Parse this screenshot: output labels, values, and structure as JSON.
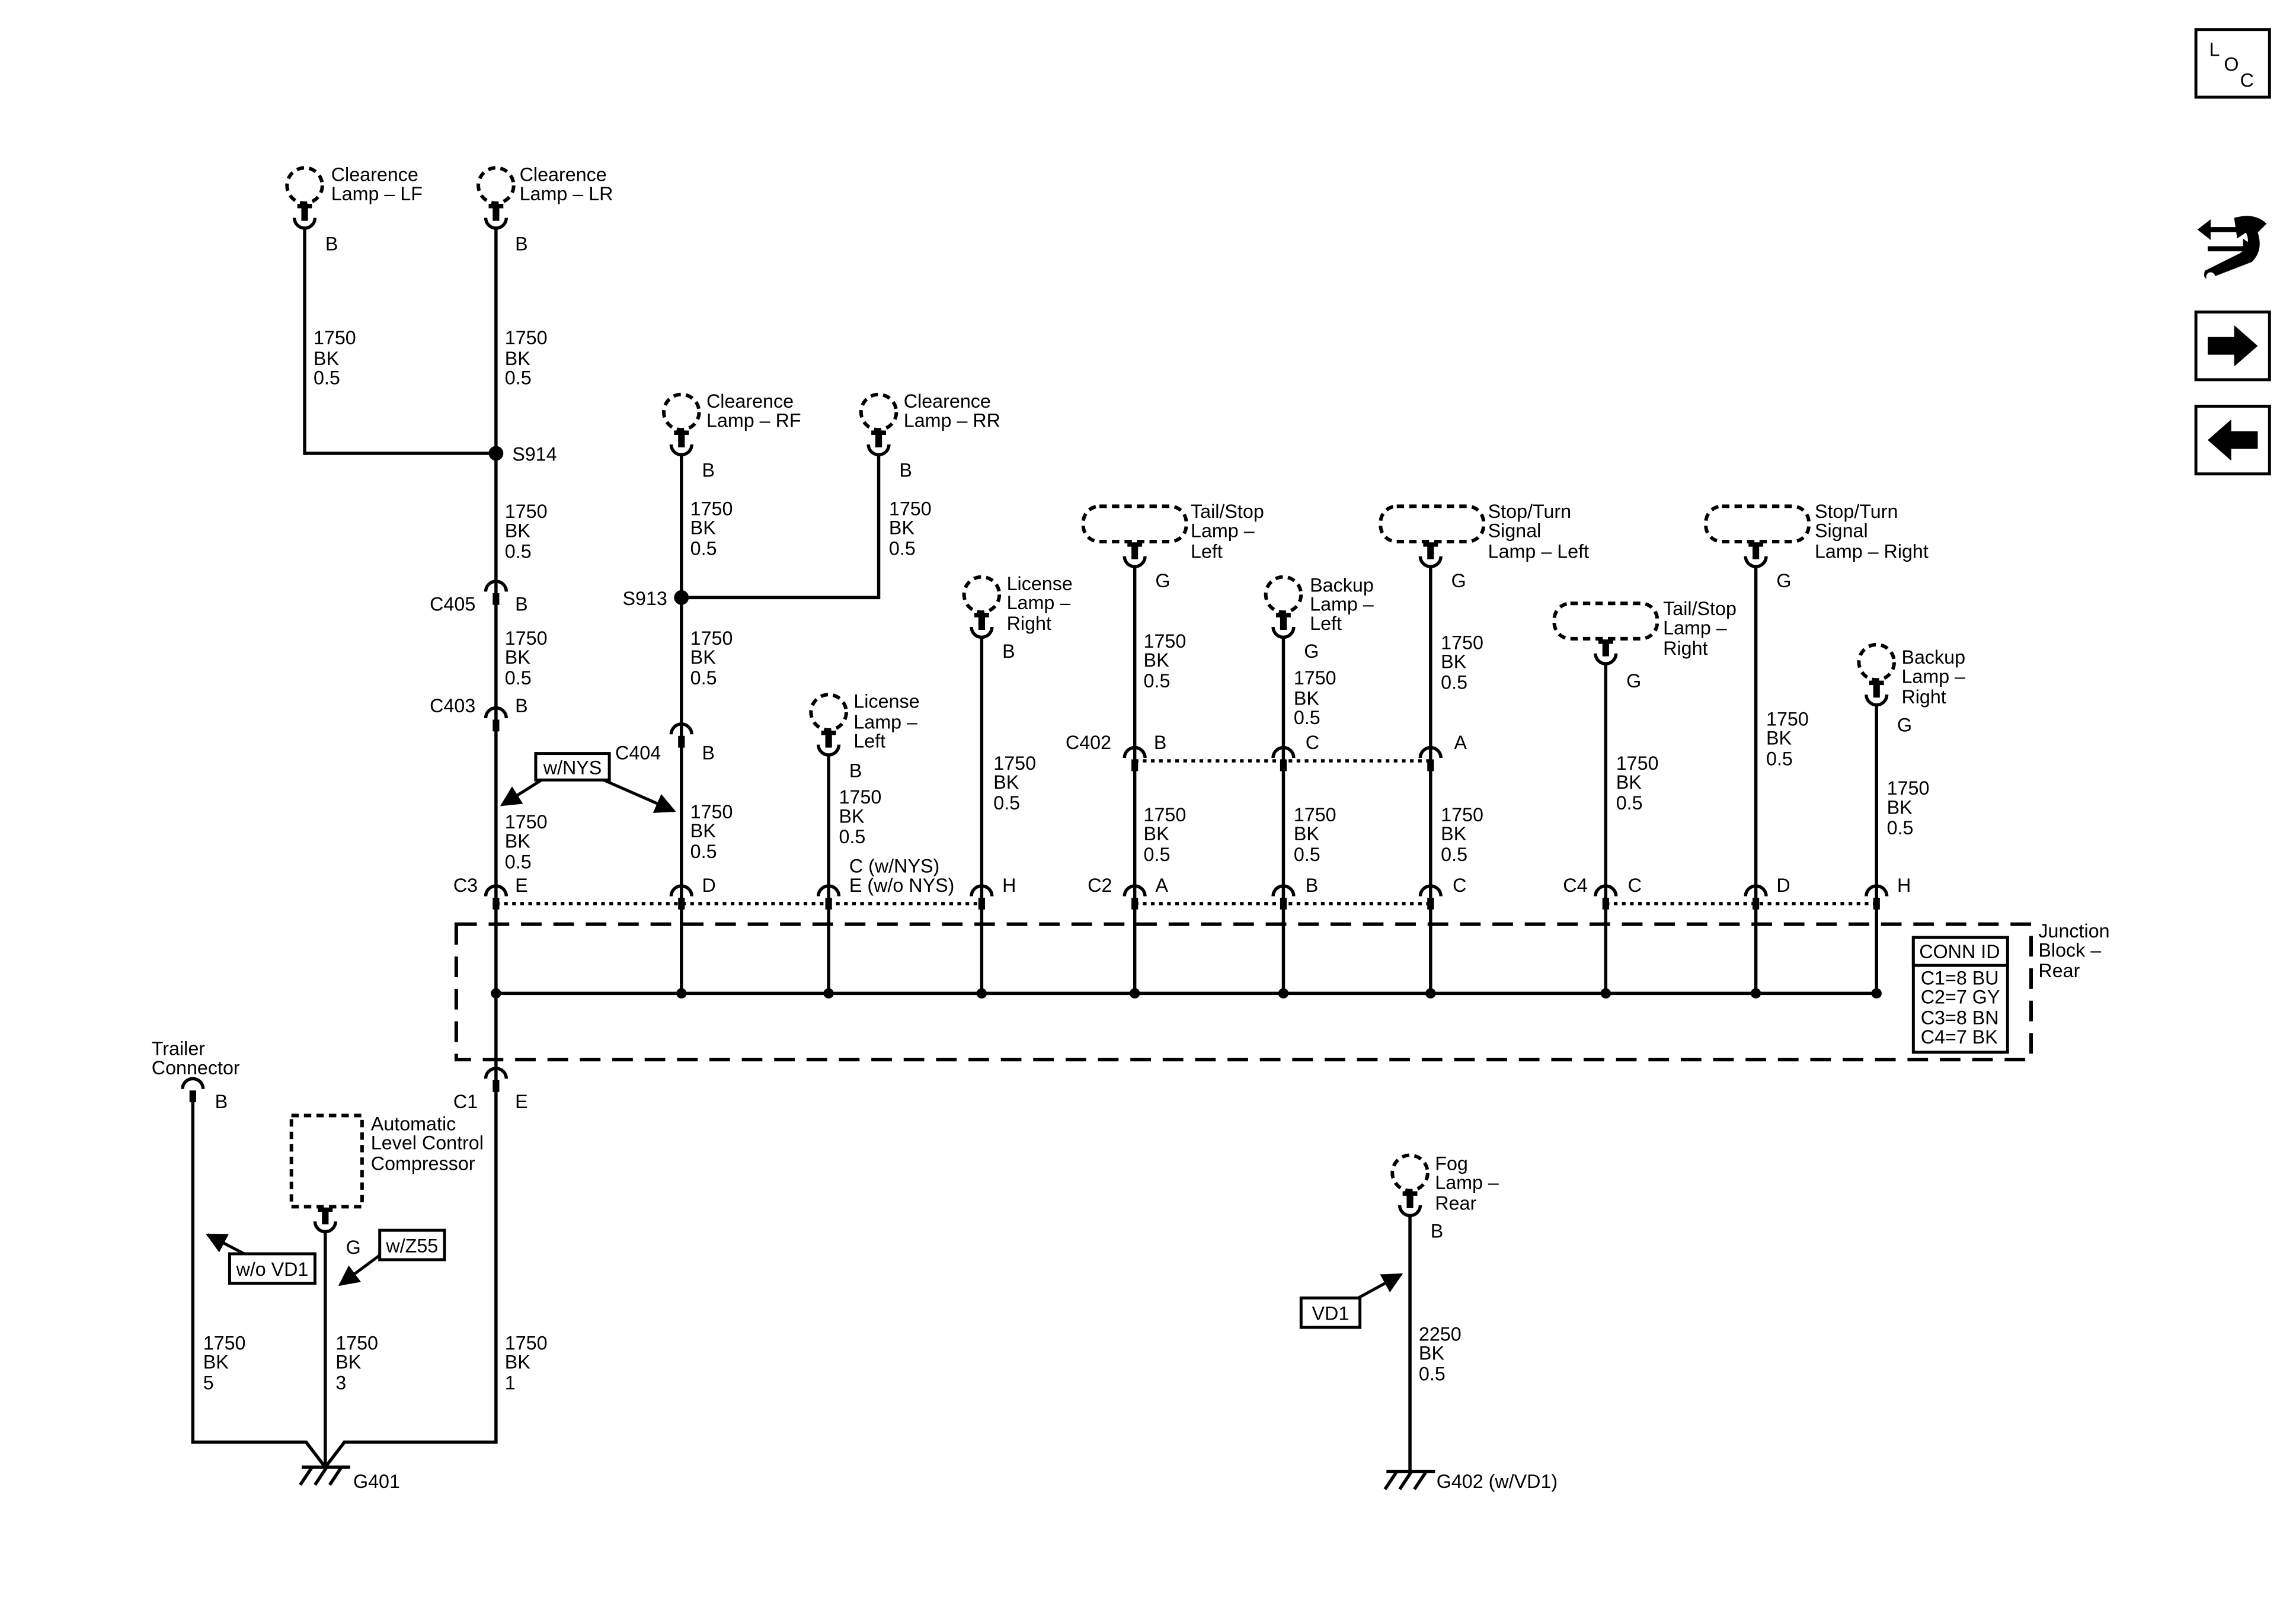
{
  "nav": {
    "loc_letters": [
      "L",
      "O",
      "C"
    ],
    "icons": {
      "tool": "wrench-arrows-icon",
      "next": "right-arrow-icon",
      "prev": "left-arrow-icon"
    }
  },
  "lamps": {
    "clr_lf": {
      "label": [
        "Clearence",
        "Lamp – LF"
      ],
      "pin": "B"
    },
    "clr_lr": {
      "label": [
        "Clearence",
        "Lamp – LR"
      ],
      "pin": "B"
    },
    "clr_rf": {
      "label": [
        "Clearence",
        "Lamp – RF"
      ],
      "pin": "B"
    },
    "clr_rr": {
      "label": [
        "Clearence",
        "Lamp – RR"
      ],
      "pin": "B"
    },
    "lic_l": {
      "label": [
        "License",
        "Lamp –",
        "Left"
      ],
      "pin": "B"
    },
    "lic_r": {
      "label": [
        "License",
        "Lamp –",
        "Right"
      ],
      "pin": "B"
    },
    "tail_l": {
      "label": [
        "Tail/Stop",
        "Lamp –",
        "Left"
      ],
      "pin": "G"
    },
    "back_l": {
      "label": [
        "Backup",
        "Lamp –",
        "Left"
      ],
      "pin": "G"
    },
    "turn_l": {
      "label": [
        "Stop/Turn",
        "Signal",
        "Lamp – Left"
      ],
      "pin": "G"
    },
    "tail_r": {
      "label": [
        "Tail/Stop",
        "Lamp –",
        "Right"
      ],
      "pin": "G"
    },
    "turn_r": {
      "label": [
        "Stop/Turn",
        "Signal",
        "Lamp – Right"
      ],
      "pin": "G"
    },
    "back_r": {
      "label": [
        "Backup",
        "Lamp –",
        "Right"
      ],
      "pin": "G"
    },
    "fog": {
      "label": [
        "Fog",
        "Lamp –",
        "Rear"
      ],
      "pin": "B"
    },
    "trailer": {
      "label": [
        "Trailer",
        "Connector"
      ],
      "pin": "B"
    },
    "alc": {
      "label": [
        "Automatic",
        "Level Control",
        "Compressor"
      ],
      "pin": "G"
    }
  },
  "wires": {
    "lf": [
      "1750",
      "BK",
      "0.5"
    ],
    "lr": [
      "1750",
      "BK",
      "0.5"
    ],
    "s914_c405": [
      "1750",
      "BK",
      "0.5"
    ],
    "c405_c403": [
      "1750",
      "BK",
      "0.5"
    ],
    "c403_c3": [
      "1750",
      "BK",
      "0.5"
    ],
    "rf": [
      "1750",
      "BK",
      "0.5"
    ],
    "rr": [
      "1750",
      "BK",
      "0.5"
    ],
    "s913_c404": [
      "1750",
      "BK",
      "0.5"
    ],
    "c404_c3": [
      "1750",
      "BK",
      "0.5"
    ],
    "lic_l": [
      "1750",
      "BK",
      "0.5"
    ],
    "lic_r": [
      "1750",
      "BK",
      "0.5"
    ],
    "tail_l_up": [
      "1750",
      "BK",
      "0.5"
    ],
    "tail_l_dn": [
      "1750",
      "BK",
      "0.5"
    ],
    "back_l_up": [
      "1750",
      "BK",
      "0.5"
    ],
    "back_l_dn": [
      "1750",
      "BK",
      "0.5"
    ],
    "turn_l_up": [
      "1750",
      "BK",
      "0.5"
    ],
    "turn_l_dn": [
      "1750",
      "BK",
      "0.5"
    ],
    "tail_r": [
      "1750",
      "BK",
      "0.5"
    ],
    "turn_r": [
      "1750",
      "BK",
      "0.5"
    ],
    "back_r": [
      "1750",
      "BK",
      "0.5"
    ],
    "trailer": [
      "1750",
      "BK",
      "5"
    ],
    "alc": [
      "1750",
      "BK",
      "3"
    ],
    "c1": [
      "1750",
      "BK",
      "1"
    ],
    "fog": [
      "2250",
      "BK",
      "0.5"
    ]
  },
  "splices": {
    "s914": "S914",
    "s913": "S913"
  },
  "connectors": {
    "c405": {
      "id": "C405",
      "pin": "B"
    },
    "c403": {
      "id": "C403",
      "pin": "B"
    },
    "c404": {
      "id": "C404",
      "pin": "B"
    },
    "c402": {
      "id": "C402",
      "pins": [
        "B",
        "C",
        "A"
      ]
    },
    "c3": {
      "id": "C3",
      "pins": [
        "E",
        "D",
        "C (w/NYS)",
        "E (w/o NYS)",
        "H"
      ]
    },
    "c2": {
      "id": "C2",
      "pins": [
        "A",
        "B",
        "C"
      ]
    },
    "c4": {
      "id": "C4",
      "pins": [
        "C",
        "D",
        "H"
      ]
    },
    "c1": {
      "id": "C1",
      "pin": "E"
    }
  },
  "options": {
    "nys": "w/NYS",
    "wo_vd1": "w/o VD1",
    "z55": "w/Z55",
    "vd1": "VD1"
  },
  "junction_block": {
    "label": [
      "Junction",
      "Block –",
      "Rear"
    ],
    "conn_id_title": "CONN ID",
    "conn_ids": [
      "C1=8 BU",
      "C2=7 GY",
      "C3=8 BN",
      "C4=7 BK"
    ]
  },
  "grounds": {
    "g401": "G401",
    "g402": "G402 (w/VD1)"
  },
  "colors": {
    "line": "#000000",
    "background": "#ffffff"
  }
}
